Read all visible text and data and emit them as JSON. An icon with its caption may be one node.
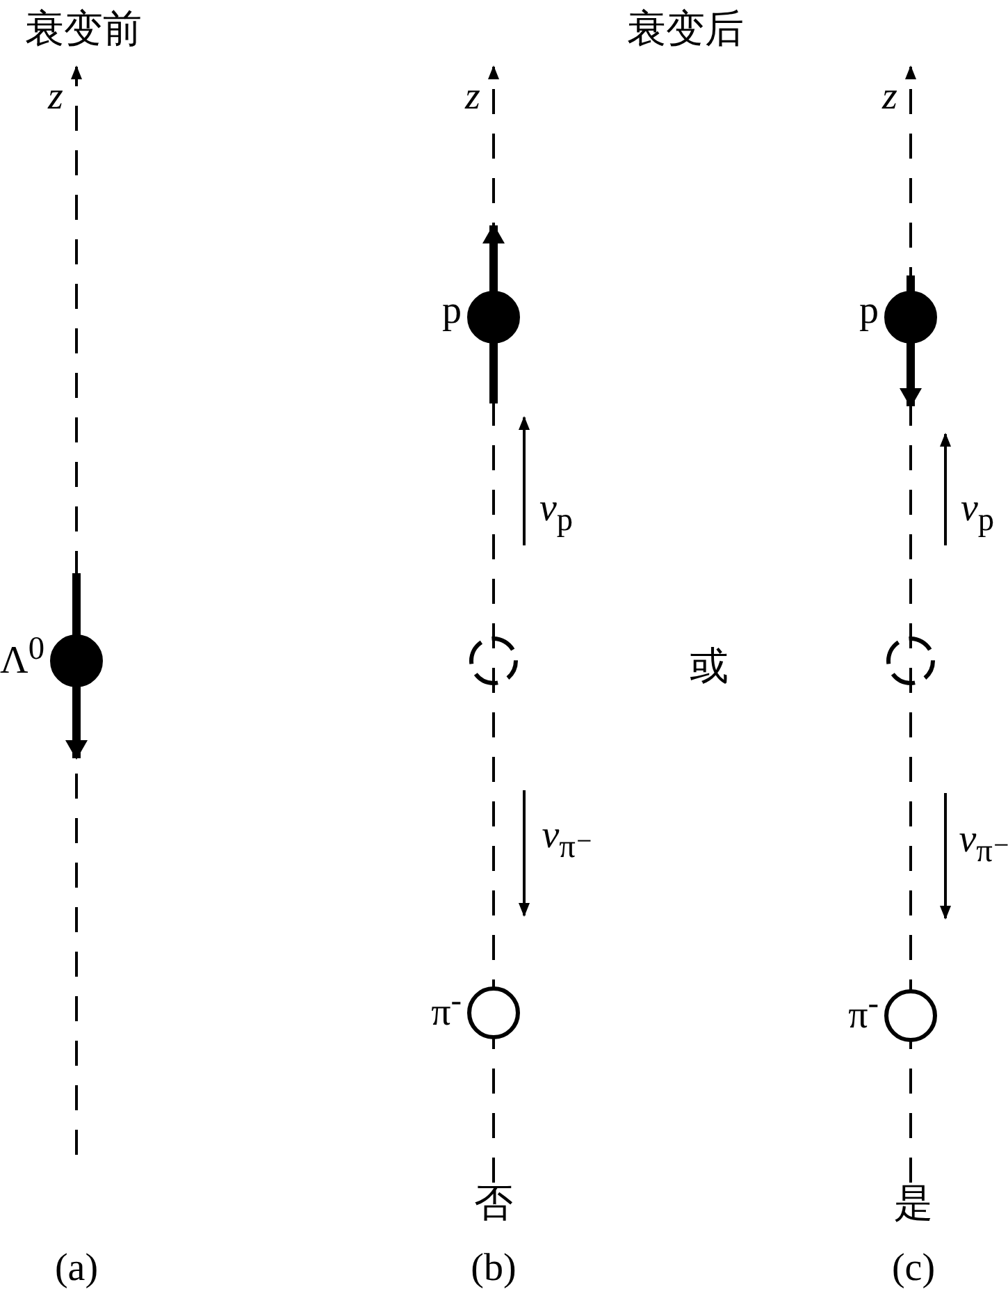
{
  "diagram": {
    "nodes": [
      {
        "text": [],
        "shape": "circle",
        "beside": [
          "Λ$^{0}$"
        ]
      },
      {
        "text": [],
        "shape": "circle",
        "beside": [
          "p"
        ]
      },
      {
        "text": [],
        "shape": "circle"
      },
      {
        "text": [],
        "shape": "circle",
        "beside": [
          "π$^{-}$"
        ]
      },
      {
        "text": [],
        "shape": "circle",
        "beside": [
          "p"
        ]
      },
      {
        "text": [],
        "shape": "circle"
      },
      {
        "text": [],
        "shape": "circle",
        "beside": [
          "π$^{-}$"
        ]
      }
    ],
    "edges": [],
    "labels": [
      "衰变前",
      "衰变后",
      "*z*",
      "*z*",
      "*z*",
      "*v*$_{p}$",
      "*v*$_{π⁻}$",
      "或",
      "*v*$_{p}$",
      "*v*$_{π⁻}$",
      "否",
      "是",
      "(a)",
      "(b)",
      "(c)"
    ]
  }
}
